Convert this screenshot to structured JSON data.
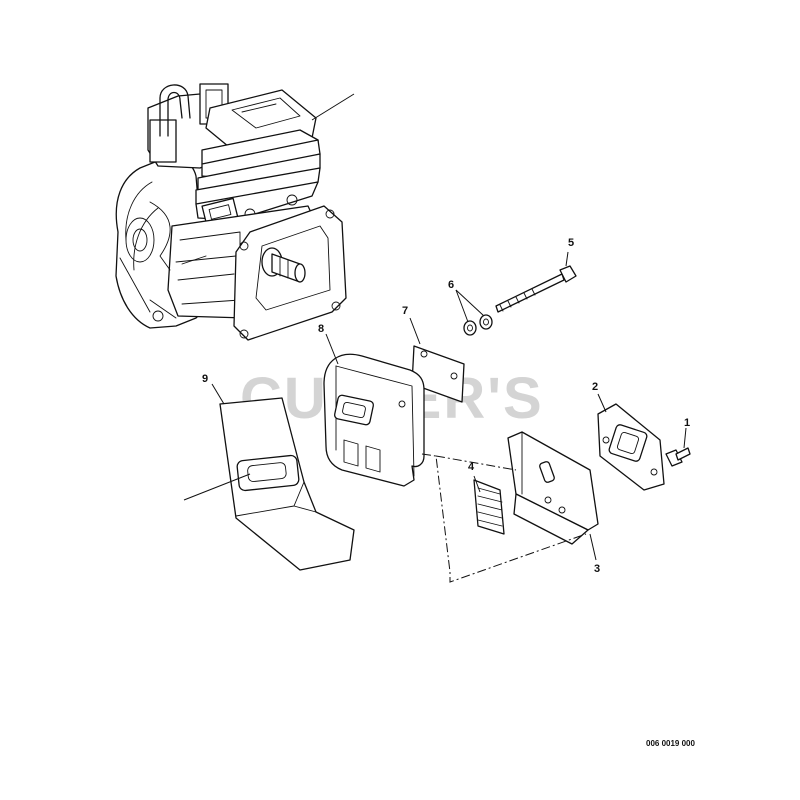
{
  "watermark": "CUTTER'S",
  "document_number": "006 0019 000",
  "parts": [
    {
      "number": "1"
    },
    {
      "number": "2"
    },
    {
      "number": "3"
    },
    {
      "number": "4"
    },
    {
      "number": "5"
    },
    {
      "number": "6"
    },
    {
      "number": "7"
    },
    {
      "number": "8"
    },
    {
      "number": "9"
    }
  ]
}
